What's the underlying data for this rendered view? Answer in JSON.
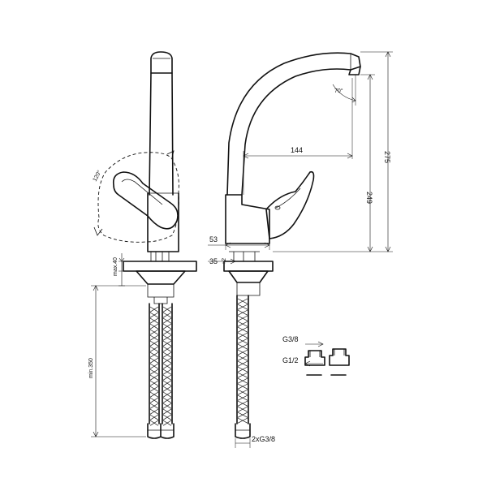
{
  "dimensions": {
    "handle_rotation": "120°",
    "max_deck_thickness": "max.40",
    "min_hose_length": "min.350",
    "spout_rotation": "70°",
    "spout_reach": "144",
    "spout_height": "249",
    "total_height": "275",
    "base_offset": "53",
    "hole_diameter": "35",
    "hole_tolerance": "+2",
    "hose_connection": "2xG3/8",
    "adapter_small": "G3/8",
    "adapter_large": "G1/2"
  },
  "colors": {
    "line": "#111111",
    "background": "#ffffff"
  }
}
